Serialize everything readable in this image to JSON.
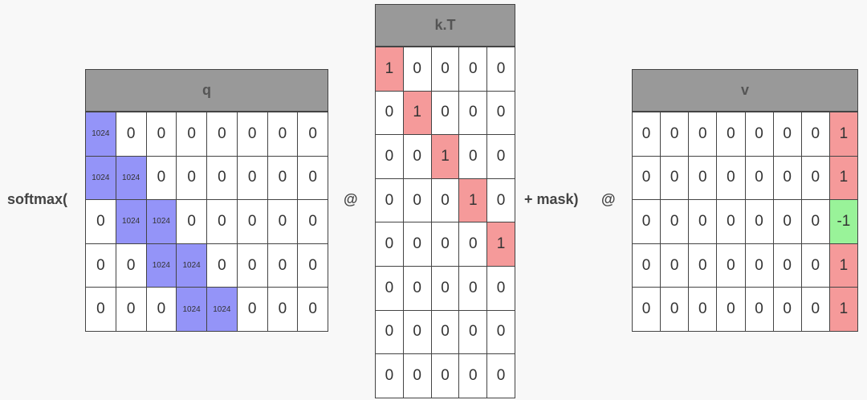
{
  "labels": {
    "softmax_open": "softmax(",
    "at1": "@",
    "plus_mask": "+ mask)",
    "at2": "@"
  },
  "q": {
    "title": "q",
    "rows": [
      [
        "1024",
        "0",
        "0",
        "0",
        "0",
        "0",
        "0",
        "0"
      ],
      [
        "1024",
        "1024",
        "0",
        "0",
        "0",
        "0",
        "0",
        "0"
      ],
      [
        "0",
        "1024",
        "1024",
        "0",
        "0",
        "0",
        "0",
        "0"
      ],
      [
        "0",
        "0",
        "1024",
        "1024",
        "0",
        "0",
        "0",
        "0"
      ],
      [
        "0",
        "0",
        "0",
        "1024",
        "1024",
        "0",
        "0",
        "0"
      ]
    ],
    "highlight": [
      [
        0,
        0
      ],
      [
        1,
        0
      ],
      [
        1,
        1
      ],
      [
        2,
        1
      ],
      [
        2,
        2
      ],
      [
        3,
        2
      ],
      [
        3,
        3
      ],
      [
        4,
        3
      ],
      [
        4,
        4
      ]
    ],
    "highlight_color": "#9494f8"
  },
  "kT": {
    "title": "k.T",
    "rows": [
      [
        "1",
        "0",
        "0",
        "0",
        "0"
      ],
      [
        "0",
        "1",
        "0",
        "0",
        "0"
      ],
      [
        "0",
        "0",
        "1",
        "0",
        "0"
      ],
      [
        "0",
        "0",
        "0",
        "1",
        "0"
      ],
      [
        "0",
        "0",
        "0",
        "0",
        "1"
      ],
      [
        "0",
        "0",
        "0",
        "0",
        "0"
      ],
      [
        "0",
        "0",
        "0",
        "0",
        "0"
      ],
      [
        "0",
        "0",
        "0",
        "0",
        "0"
      ]
    ],
    "highlight": [
      [
        0,
        0
      ],
      [
        1,
        1
      ],
      [
        2,
        2
      ],
      [
        3,
        3
      ],
      [
        4,
        4
      ]
    ],
    "highlight_color": "#f59a9a"
  },
  "v": {
    "title": "v",
    "rows": [
      [
        "0",
        "0",
        "0",
        "0",
        "0",
        "0",
        "0",
        "1"
      ],
      [
        "0",
        "0",
        "0",
        "0",
        "0",
        "0",
        "0",
        "1"
      ],
      [
        "0",
        "0",
        "0",
        "0",
        "0",
        "0",
        "0",
        "-1"
      ],
      [
        "0",
        "0",
        "0",
        "0",
        "0",
        "0",
        "0",
        "1"
      ],
      [
        "0",
        "0",
        "0",
        "0",
        "0",
        "0",
        "0",
        "1"
      ]
    ],
    "highlight_red": [
      [
        0,
        7
      ],
      [
        1,
        7
      ],
      [
        3,
        7
      ],
      [
        4,
        7
      ]
    ],
    "highlight_green": [
      [
        2,
        7
      ]
    ],
    "colors": {
      "red": "#f59a9a",
      "green": "#99f399"
    }
  }
}
